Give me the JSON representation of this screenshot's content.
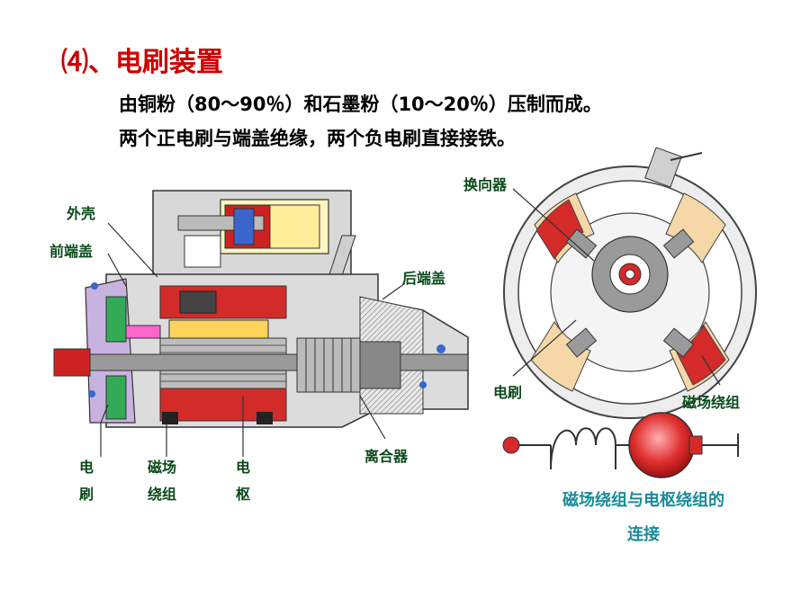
{
  "title": "⑷、电刷装置",
  "lines": [
    "由铜粉（80～90％）和石墨粉（10～20％）压制而成。",
    "两个正电刷与端盖绝缘，两个负电刷直接接铁。"
  ],
  "motor_labels": {
    "shell": "外壳",
    "front_cover": "前端盖",
    "rear_cover": "后端盖",
    "brush": "电刷",
    "field_winding": "磁场绕组",
    "armature": "电枢",
    "clutch": "离合器"
  },
  "end_view_labels": {
    "commutator": "换向器",
    "brush": "电刷",
    "field_winding": "磁场绕组"
  },
  "caption": "磁场绕组与电枢绕组的连接",
  "colors": {
    "title": "#cc0000",
    "label": "#0a4a1a",
    "caption": "#1a8b9a",
    "winding_red": "#d42a2a",
    "pole_shoe": "#f5d7a8"
  }
}
